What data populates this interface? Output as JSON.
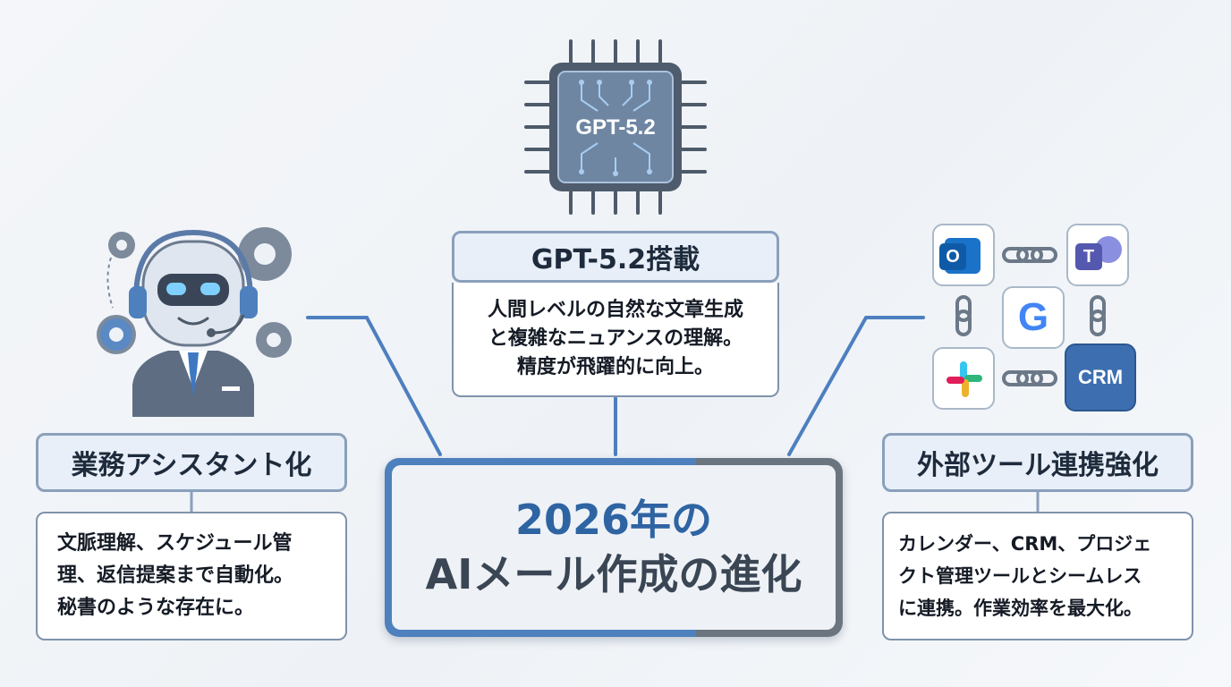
{
  "center": {
    "line1": "2026年の",
    "line2": "AIメール作成の進化"
  },
  "chip": {
    "label": "GPT-5.2"
  },
  "top_card": {
    "title": "GPT-5.2搭載",
    "body": "人間レベルの自然な文章生成\nと複雑なニュアンスの理解。\n精度が飛躍的に向上。"
  },
  "left_card": {
    "title": "業務アシスタント化",
    "body": "文脈理解、スケジュール管\n理、返信提案まで自動化。\n秘書のような存在に。"
  },
  "right_card": {
    "title": "外部ツール連携強化",
    "body": "カレンダー、CRM、プロジェ\nクト管理ツールとシームレス\nに連携。作業効率を最大化。"
  },
  "apps": {
    "outlook_letter": "O",
    "teams_letter": "T",
    "google_letter": "G",
    "crm_label": "CRM"
  },
  "colors": {
    "accent_blue": "#4d80bd",
    "connector": "#4d7fc0",
    "card_border": "#7f93ab",
    "title_fill": "#e8eff8"
  }
}
